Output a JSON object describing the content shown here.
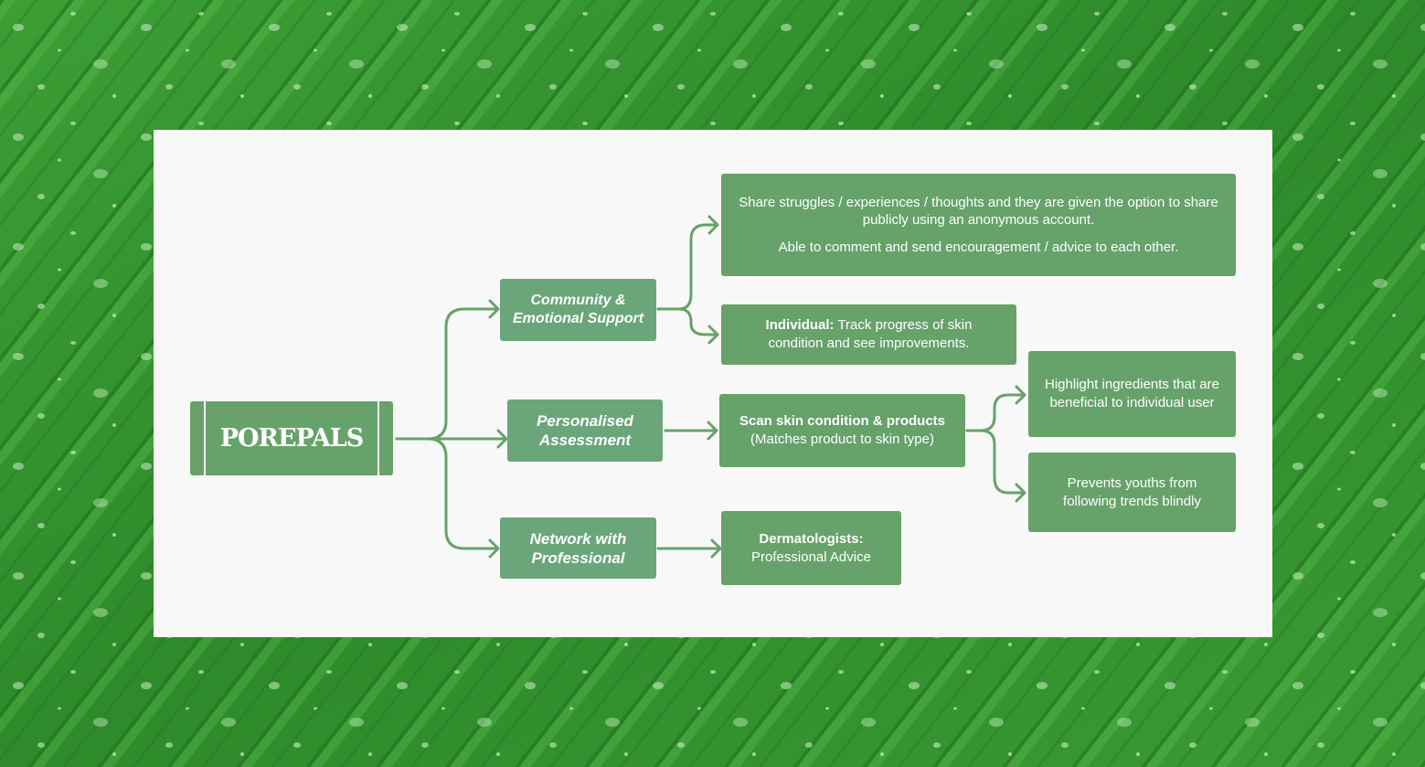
{
  "colors": {
    "node_fill": "#66a26a",
    "category_fill": "#6aa67a",
    "connector": "#66a26a",
    "panel": "#f8f8f8",
    "background_leaf": "#2f8f2c"
  },
  "brand": {
    "name": "POREPALS"
  },
  "categories": {
    "community": "Community & Emotional Support",
    "assessment": "Personalised Assessment",
    "network": "Network with Professional"
  },
  "community": {
    "share_line1": "Share struggles / experiences / thoughts and they are given the option to share publicly using an anonymous account.",
    "share_line2": "Able to comment and send encouragement / advice to each other.",
    "individual_label": "Individual:",
    "individual_text": "Track progress of skin condition and see improvements."
  },
  "assessment": {
    "scan_title": "Scan skin condition & products",
    "scan_sub": "(Matches product to skin type)",
    "highlight": "Highlight ingredients that are beneficial to individual user",
    "prevents": "Prevents youths from following trends blindly"
  },
  "network": {
    "derm_title": "Dermatologists:",
    "derm_sub": "Professional Advice"
  }
}
